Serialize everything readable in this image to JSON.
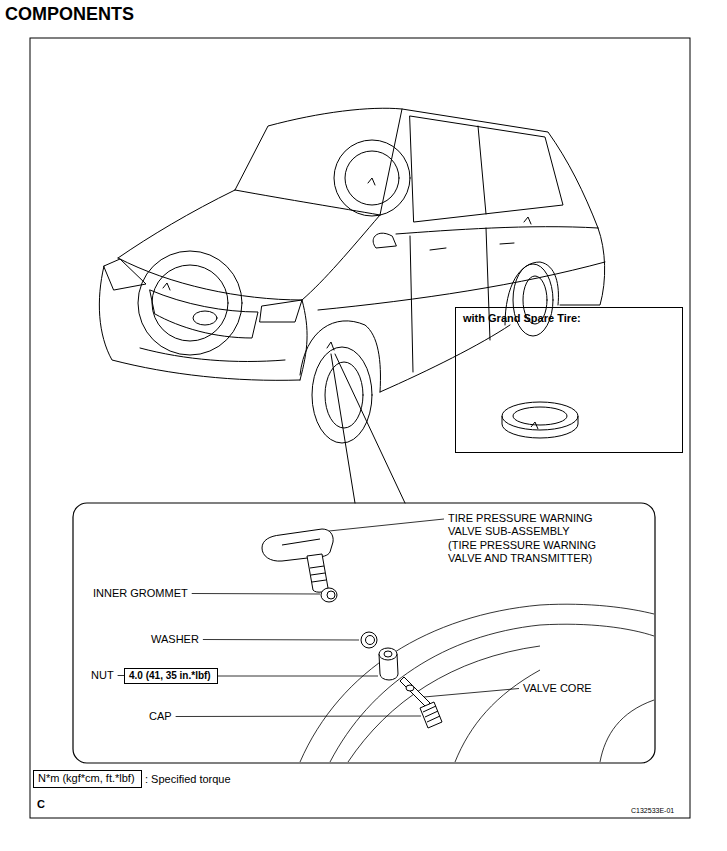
{
  "diagram": {
    "title": "COMPONENTS",
    "nodes": [
      {
        "text": [
          "with Grand Spare Tire:"
        ]
      },
      {
        "text": [
          "4.0 (41, 35 in.*lbf)"
        ]
      },
      {
        "text": [
          "N*m (kgf*cm, ft.*lbf)"
        ]
      }
    ],
    "labels": [
      "TIRE PRESSURE WARNING VALVE SUB-ASSEMBLY",
      "(TIRE PRESSURE WARNING VALVE AND TRANSMITTER)",
      "INNER GROMMET",
      "WASHER",
      "NUT",
      "VALVE CORE",
      "CAP",
      ": Specified torque",
      "C",
      "C132533E-01"
    ]
  }
}
